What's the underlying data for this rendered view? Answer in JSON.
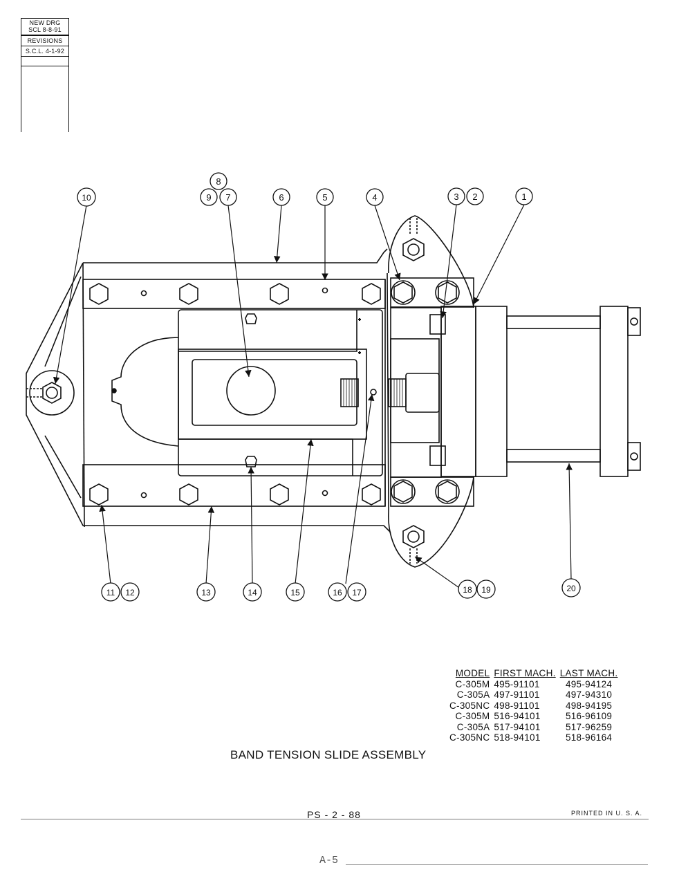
{
  "revision_block": {
    "new_drawing_label": "NEW DRG",
    "new_drawing_date": "SCL 8-8-91",
    "revisions_label": "REVISIONS",
    "revision_entry": "S.C.L. 4-1-92"
  },
  "callouts": [
    "1",
    "2",
    "3",
    "4",
    "5",
    "6",
    "7",
    "8",
    "9",
    "10",
    "11",
    "12",
    "13",
    "14",
    "15",
    "16",
    "17",
    "18",
    "19",
    "20"
  ],
  "model_table": {
    "headers": [
      "MODEL",
      "FIRST MACH.",
      "LAST MACH."
    ],
    "rows": [
      [
        "C-305M",
        "495-91101",
        "495-94124"
      ],
      [
        "C-305A",
        "497-91101",
        "497-94310"
      ],
      [
        "C-305NC",
        "498-91101",
        "498-94195"
      ],
      [
        "C-305M",
        "516-94101",
        "516-96109"
      ],
      [
        "C-305A",
        "517-94101",
        "517-96259"
      ],
      [
        "C-305NC",
        "518-94101",
        "518-96164"
      ]
    ]
  },
  "title": "BAND TENSION SLIDE ASSEMBLY",
  "footer": {
    "page_code": "PS - 2 - 88",
    "printed": "PRINTED  IN  U. S. A.",
    "sheet_number": "A-5"
  }
}
